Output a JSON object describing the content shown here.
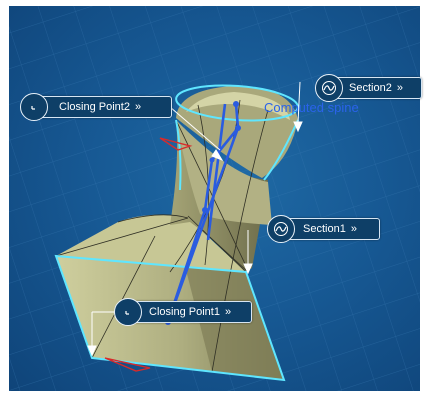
{
  "viewer": {
    "spine_label": "Computed spine",
    "colors": {
      "background": "#175994",
      "surface": "#b9b98a",
      "surface_shade": "#8e8d62",
      "edge_highlight": "#5fe6ff",
      "spine": "#2a5ce0",
      "tag_fill": "#0e3f67",
      "tag_border": "#d7e6f3"
    }
  },
  "tags": {
    "closing_point2": {
      "label": "Closing Point2",
      "chevron": "»",
      "icon": "closing-point-icon"
    },
    "section2": {
      "label": "Section2",
      "chevron": "»",
      "icon": "section-curve-icon"
    },
    "section1": {
      "label": "Section1",
      "chevron": "»",
      "icon": "section-curve-icon"
    },
    "closing_point1": {
      "label": "Closing Point1",
      "chevron": "»",
      "icon": "closing-point-icon"
    }
  }
}
